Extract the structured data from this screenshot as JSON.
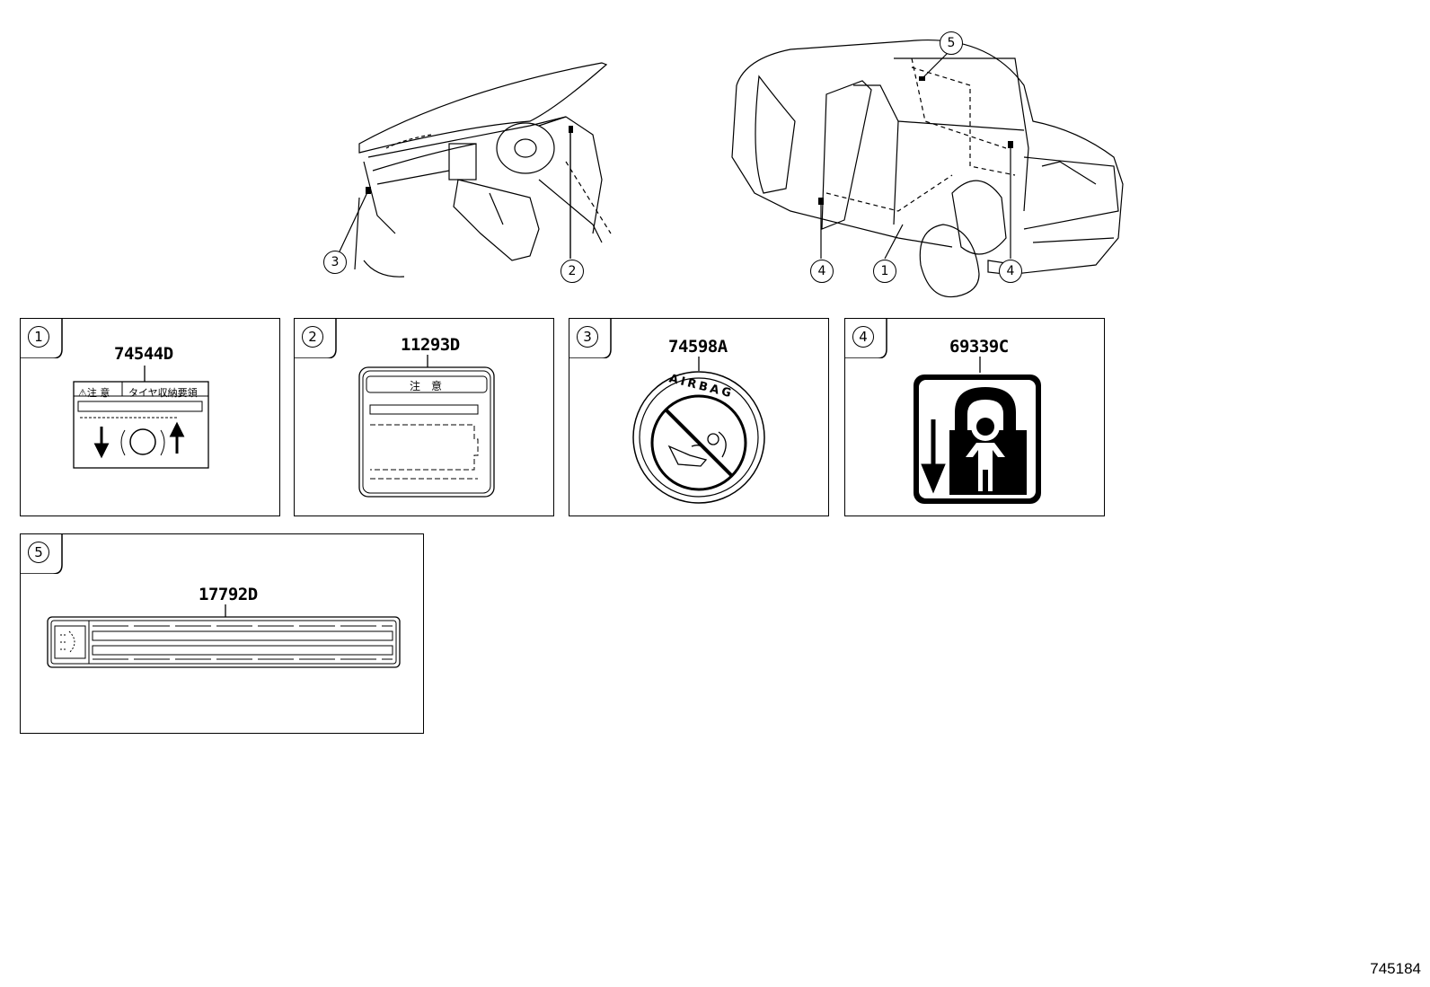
{
  "figure_id": "745184",
  "overview": {
    "interior_callouts": [
      "3",
      "2"
    ],
    "exterior_callouts": [
      "4",
      "1",
      "4",
      "5"
    ]
  },
  "panels": [
    {
      "index": "1",
      "part_number": "74544D",
      "label_heading_left": "⚠注 意",
      "label_heading_right": "タイヤ収納要領"
    },
    {
      "index": "2",
      "part_number": "11293D",
      "label_heading": "注　意"
    },
    {
      "index": "3",
      "part_number": "74598A",
      "label_text": "AIRBAG"
    },
    {
      "index": "4",
      "part_number": "69339C"
    },
    {
      "index": "5",
      "part_number": "17792D"
    }
  ]
}
